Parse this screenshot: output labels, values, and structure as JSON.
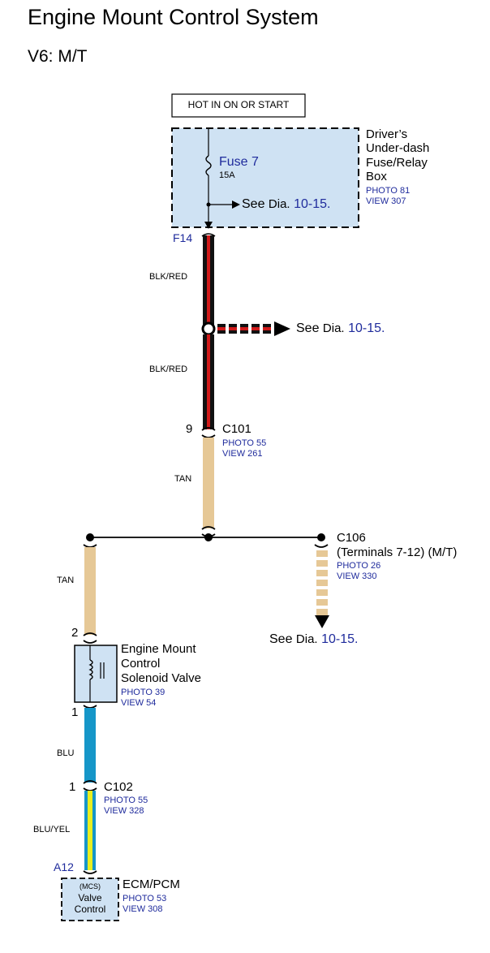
{
  "title": "Engine Mount Control System",
  "subtitle": "V6: M/T",
  "power_label": "HOT IN ON OR START",
  "fuse_box": {
    "name_lines": [
      "Driver’s",
      "Under-dash",
      "Fuse/Relay",
      "Box"
    ],
    "photo": "PHOTO 81",
    "view": "VIEW 307",
    "fuse_name": "Fuse 7",
    "fuse_rating": "15A",
    "see_text": "See",
    "dia_text": "Dia.",
    "dia_ref": "10-15."
  },
  "terminal_f14": "F14",
  "wire_blk_red_1": "BLK/RED",
  "wire_blk_red_2": "BLK/RED",
  "splice_see": {
    "see": "See",
    "dia": "Dia.",
    "ref": "10-15."
  },
  "c101": {
    "pin": "9",
    "name": "C101",
    "photo": "PHOTO 55",
    "view": "VIEW 261"
  },
  "wire_tan_1": "TAN",
  "c106": {
    "name": "C106",
    "desc": "(Terminals 7-12) (M/T)",
    "photo": "PHOTO 26",
    "view": "VIEW 330"
  },
  "c106_see": {
    "see": "See",
    "dia": "Dia.",
    "ref": "10-15."
  },
  "wire_tan_2": "TAN",
  "solenoid": {
    "pin_top": "2",
    "pin_bottom": "1",
    "name_lines": [
      "Engine Mount",
      "Control",
      "Solenoid Valve"
    ],
    "photo": "PHOTO 39",
    "view": "VIEW 54"
  },
  "wire_blu": "BLU",
  "c102": {
    "pin": "1",
    "name": "C102",
    "photo": "PHOTO 55",
    "view": "VIEW 328"
  },
  "wire_blu_yel": "BLU/YEL",
  "terminal_a12": "A12",
  "ecm": {
    "mcs": "(MCS)",
    "valve": "Valve",
    "control": "Control",
    "name": "ECM/PCM",
    "photo": "PHOTO 53",
    "view": "VIEW 308"
  },
  "colors": {
    "blk_red_black": "#111111",
    "blk_red_red": "#d11a1a",
    "tan": "#e6c896",
    "blu": "#1596c8",
    "yel": "#e8f020",
    "box_fill": "#cfe2f3",
    "ref_blue": "#1f2b9c"
  }
}
